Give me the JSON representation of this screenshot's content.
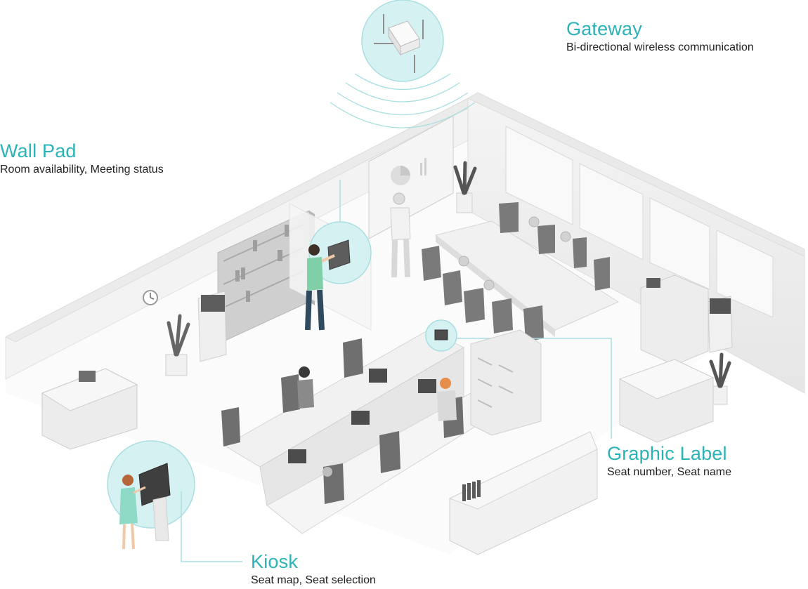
{
  "callouts": {
    "gateway": {
      "title": "Gateway",
      "description": "Bi-directional wireless communication"
    },
    "wall_pad": {
      "title": "Wall Pad",
      "description": "Room availability, Meeting status"
    },
    "graphic_label": {
      "title": "Graphic Label",
      "description": "Seat number, Seat name"
    },
    "kiosk": {
      "title": "Kiosk",
      "description": "Seat map, Seat selection"
    }
  },
  "colors": {
    "accent": "#2bb3b7",
    "highlight_fill": "#d6f1f2",
    "text": "#222222"
  }
}
